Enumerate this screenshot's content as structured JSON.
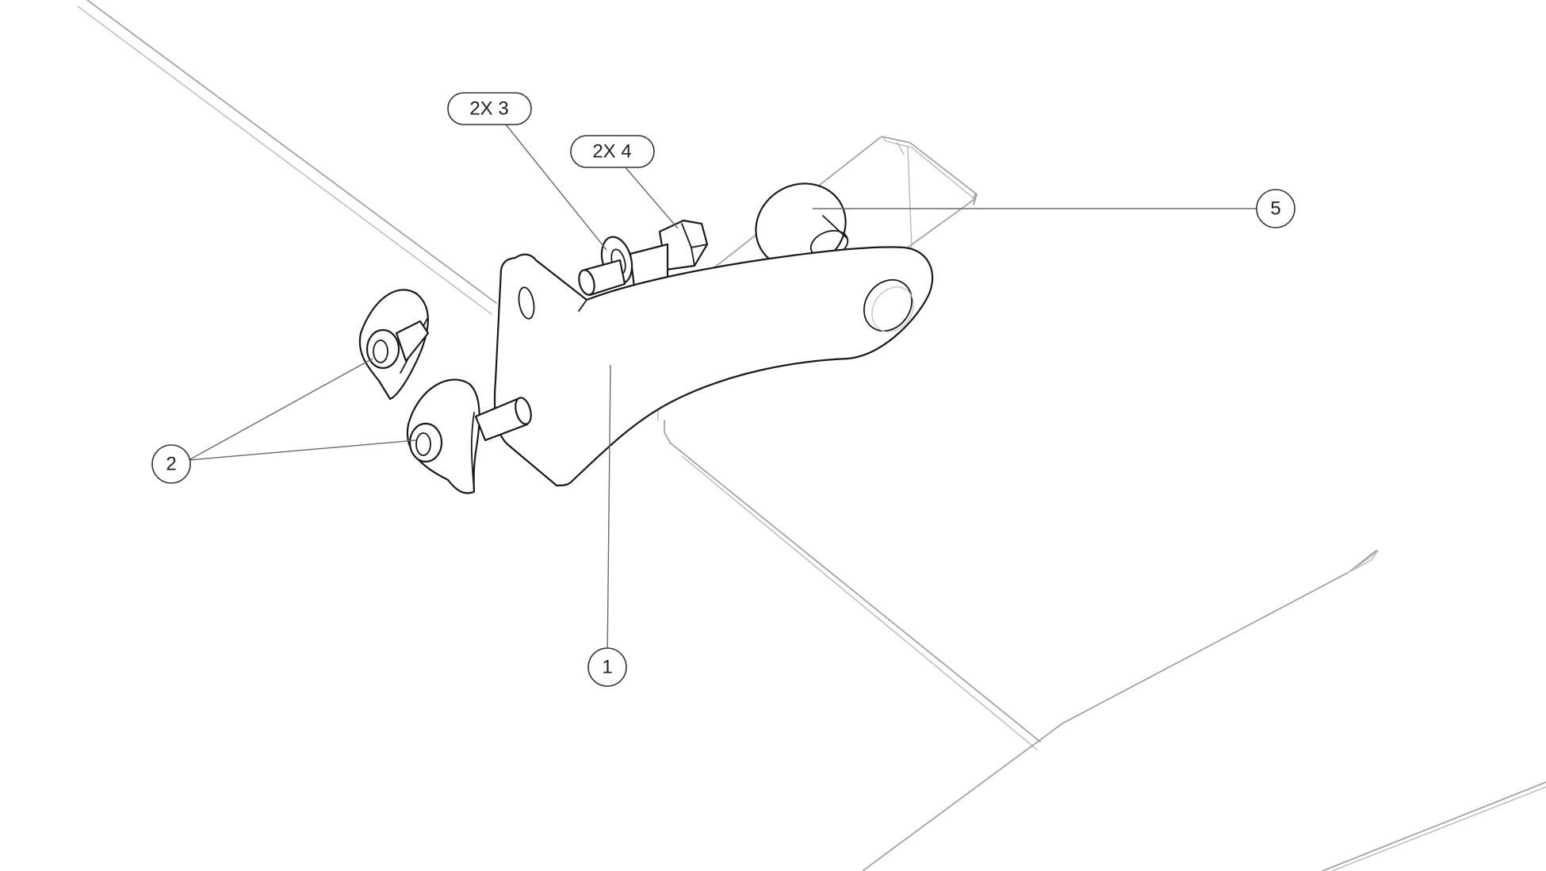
{
  "callouts": {
    "c1": "1",
    "c2": "2",
    "c3": "2X 3",
    "c4": "2X 4",
    "c5": "5"
  }
}
